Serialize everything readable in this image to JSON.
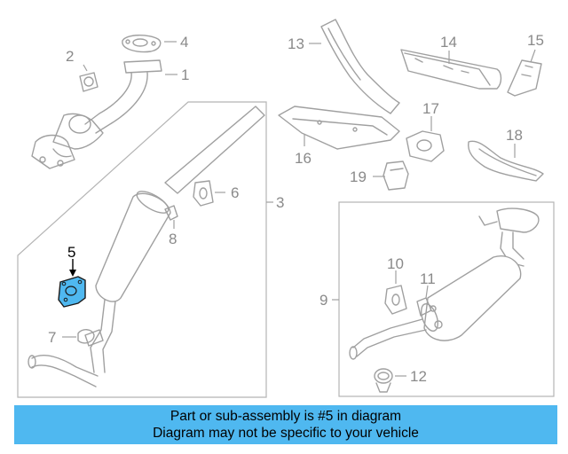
{
  "diagram": {
    "callouts": {
      "c1": "1",
      "c2": "2",
      "c3": "3",
      "c4": "4",
      "c5": "5",
      "c6": "6",
      "c7": "7",
      "c8": "8",
      "c9": "9",
      "c10": "10",
      "c11": "11",
      "c12": "12",
      "c13": "13",
      "c14": "14",
      "c15": "15",
      "c16": "16",
      "c17": "17",
      "c18": "18",
      "c19": "19"
    },
    "highlight_color": "#4fb8f0",
    "highlighted_part": "5"
  },
  "banner": {
    "line1": "Part or sub-assembly is #5 in diagram",
    "line2": "Diagram may not be specific to your vehicle",
    "color": "#4fb8f0"
  }
}
